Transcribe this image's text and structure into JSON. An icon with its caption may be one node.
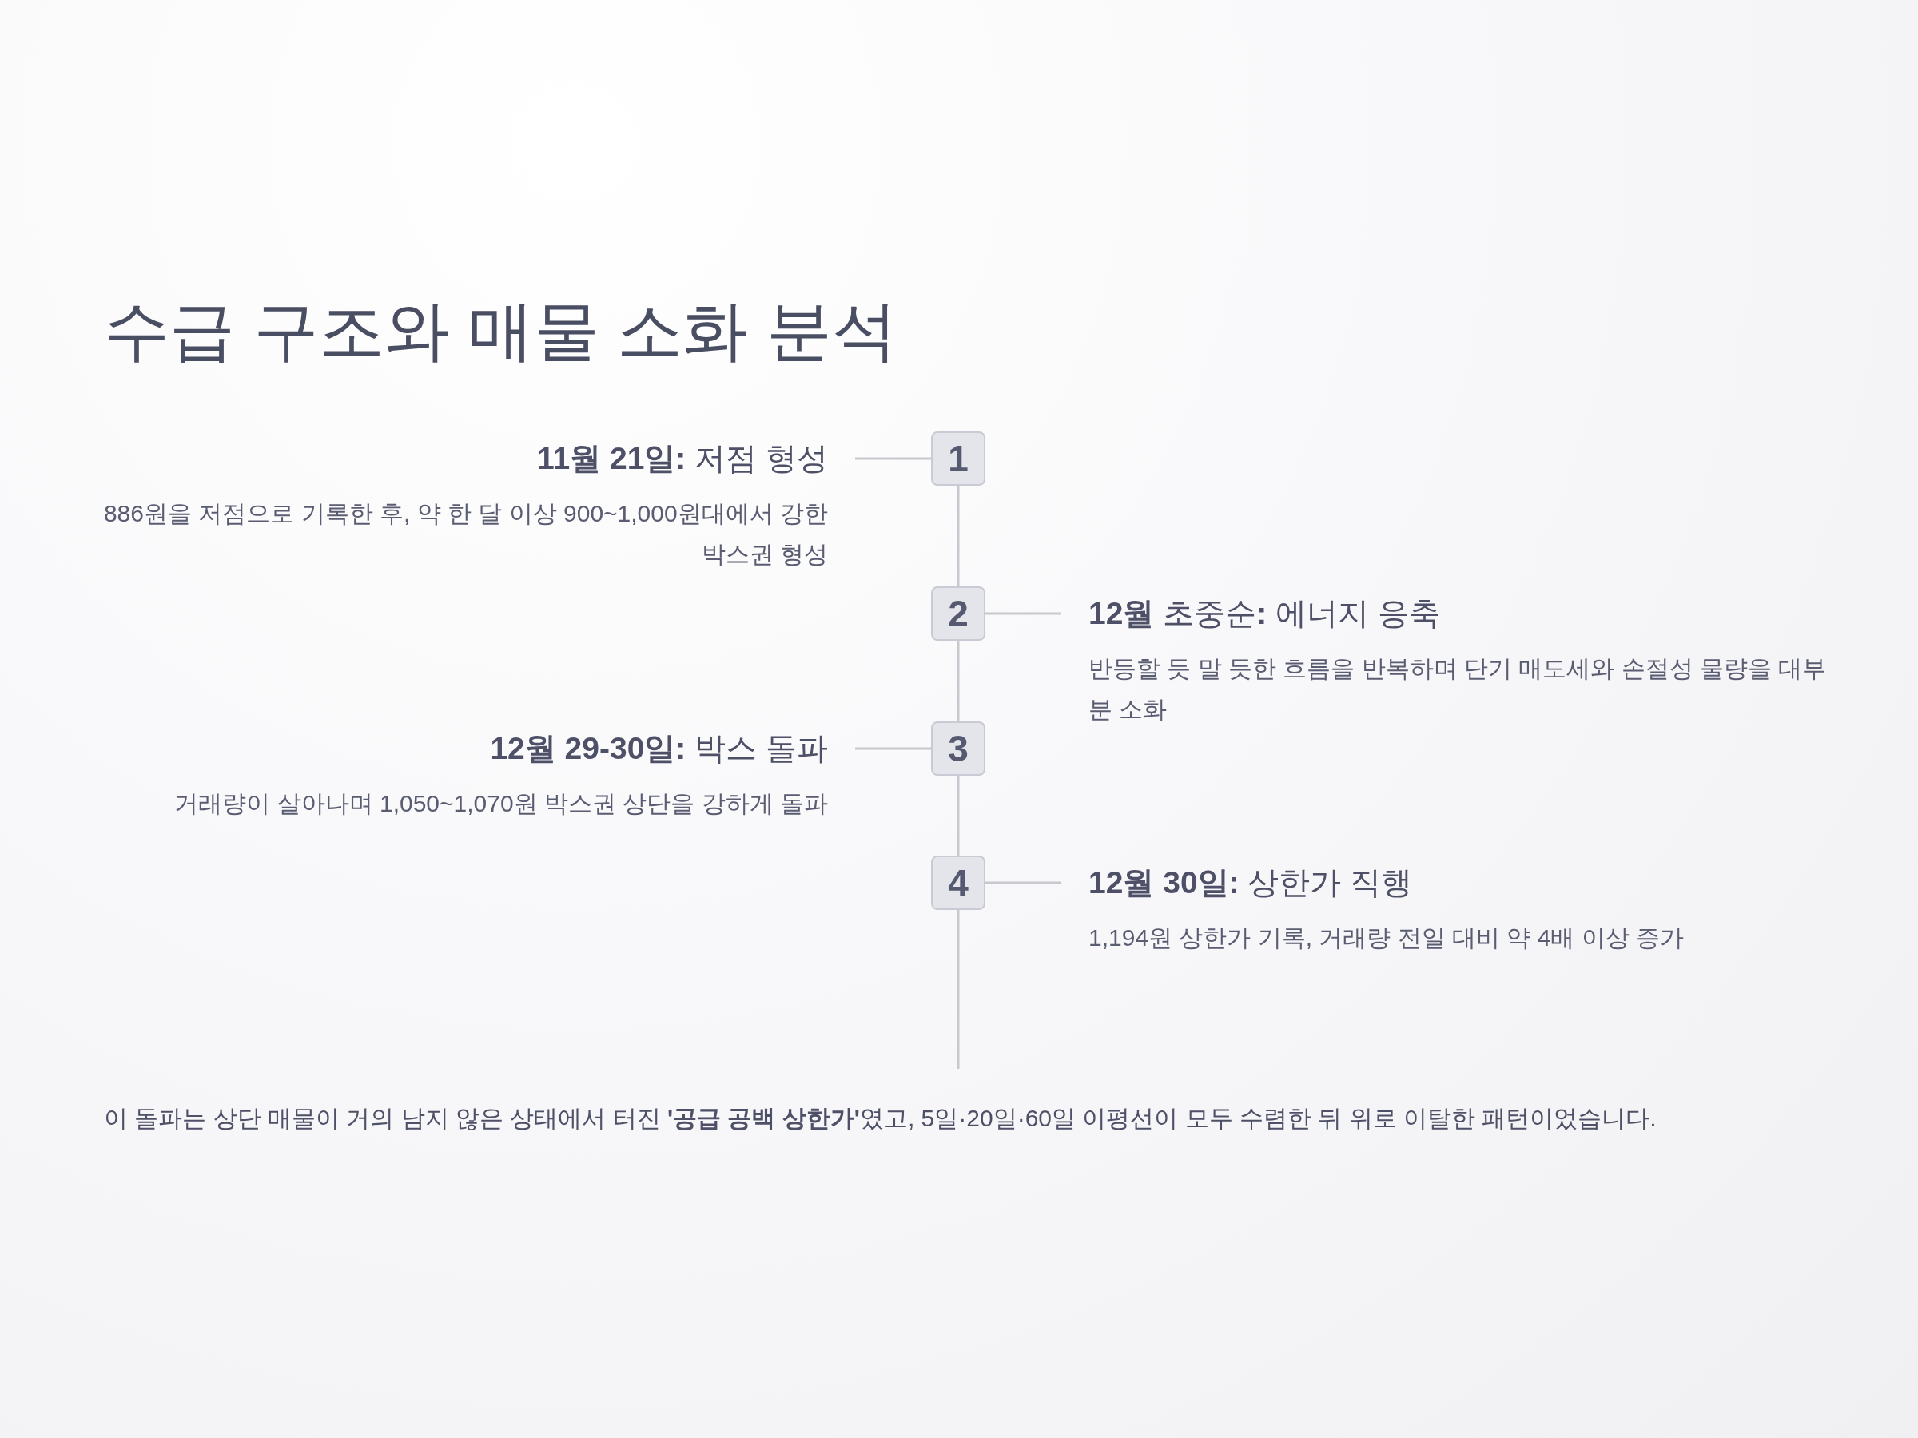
{
  "diagram": {
    "title": "수급 구조와 매물 소화 분석",
    "nodes": [
      {
        "text": [
          "1"
        ]
      },
      {
        "text": [
          "**11월 21일:** 저점 형성",
          "886원을 저점으로 기록한 후, 약 한 달 이상 900~1,000원대에서 강한 박스권 형성"
        ]
      },
      {
        "text": [
          "2"
        ]
      },
      {
        "text": [
          "**12월** 초중순**:** 에너지 응축",
          "반등할 듯 말 듯한 흐름을 반복하며 단기 매도세와 손절성 물량을 대부분 소화"
        ]
      },
      {
        "text": [
          "3"
        ]
      },
      {
        "text": [
          "**12월 29-30일:** 박스 돌파",
          "거래량이 살아나며 1,050~1,070원 박스권 상단을 강하게 돌파"
        ]
      },
      {
        "text": [
          "4"
        ]
      },
      {
        "text": [
          "**12월 30일:** 상한가 직행",
          "1,194원 상한가 기록, 거래량 전일 대비 약 4배 이상 증가"
        ]
      }
    ],
    "edges": [
      {
        "from": 0,
        "to": 1,
        "arrow": "none"
      },
      {
        "from": 0,
        "to": 2,
        "arrow": "none"
      },
      {
        "from": 2,
        "to": 3,
        "arrow": "none"
      },
      {
        "from": 2,
        "to": 4,
        "arrow": "none"
      },
      {
        "from": 4,
        "to": 5,
        "arrow": "none"
      },
      {
        "from": 4,
        "to": 6,
        "arrow": "none"
      },
      {
        "from": 6,
        "to": 7,
        "arrow": "none"
      },
      {
        "from": 6,
        "to": null,
        "arrow": "none"
      }
    ],
    "labels": [
      "이 돌파는 상단 매물이 거의 남지 않은 상태에서 터진 **'공급 공백 상한가'**였고, 5일·20일·60일 이평선이 모두 수렴한 뒤 위로 이탈한 패턴이었습니다."
    ]
  }
}
